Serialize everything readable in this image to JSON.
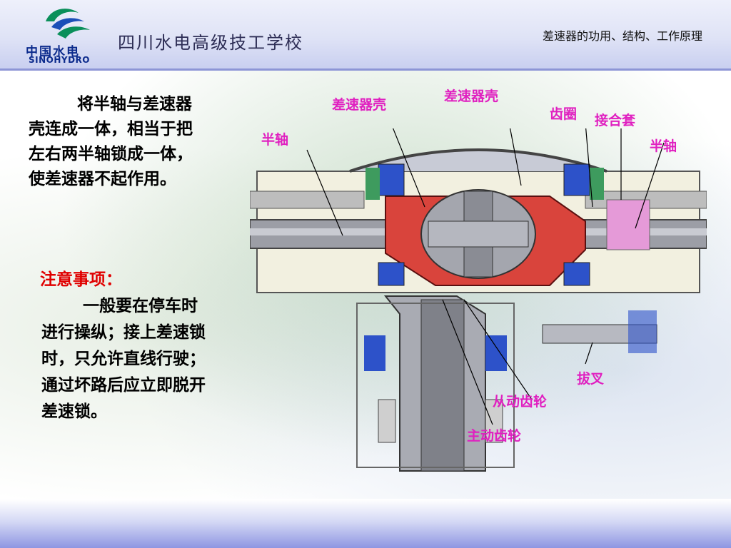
{
  "header": {
    "logo_cn": "中国水电",
    "logo_en": "SINOHYDRO",
    "school_name": "四川水电高级技工学校",
    "topic": "差速器的功用、结构、工作原理"
  },
  "content": {
    "paragraph": "将半轴与差速器壳连成一体，相当于把左右两半轴锁成一体，使差速器不起作用。",
    "note_title": "注意事项：",
    "note_body": "一般要在停车时进行操纵；接上差速锁时，只允许直线行驶；通过坏路后应立即脱开差速锁。"
  },
  "labels": {
    "diff_case_1": "差速器壳",
    "diff_case_2": "差速器壳",
    "ring_gear": "齿圈",
    "coupling_sleeve": "接合套",
    "half_shaft_left": "半轴",
    "half_shaft_right": "半轴",
    "shift_fork": "拔叉",
    "driven_gear": "从动齿轮",
    "drive_gear": "主动齿轮"
  },
  "colors": {
    "label": "#e020c0",
    "note_title": "#e00000",
    "header_accent": "#8d95d6"
  }
}
